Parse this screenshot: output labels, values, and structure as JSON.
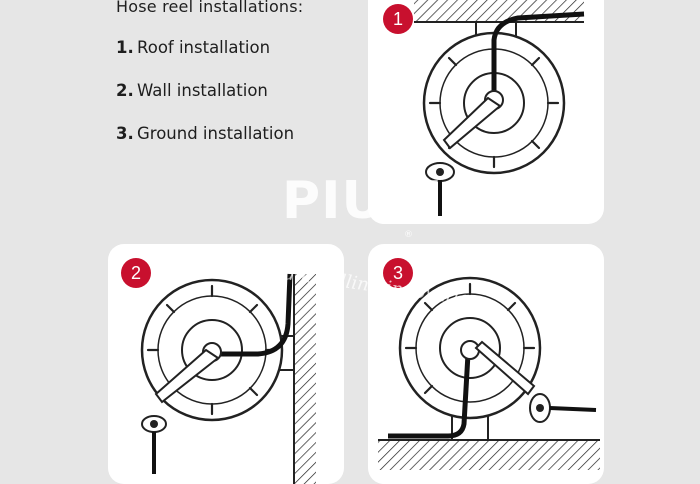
{
  "heading": "Hose reel installations:",
  "installations": [
    {
      "number": "1.",
      "label": "Roof installation"
    },
    {
      "number": "2.",
      "label": "Wall installation"
    },
    {
      "number": "3.",
      "label": "Ground installation"
    }
  ],
  "cards": [
    {
      "badge": "1"
    },
    {
      "badge": "2"
    },
    {
      "badge": "3"
    }
  ],
  "watermark": {
    "logo": "PIUSI",
    "registered": "®",
    "tagline": "Fluid handling innovation"
  },
  "colors": {
    "background": "#e6e6e6",
    "card": "#ffffff",
    "badge": "#c8102e"
  }
}
